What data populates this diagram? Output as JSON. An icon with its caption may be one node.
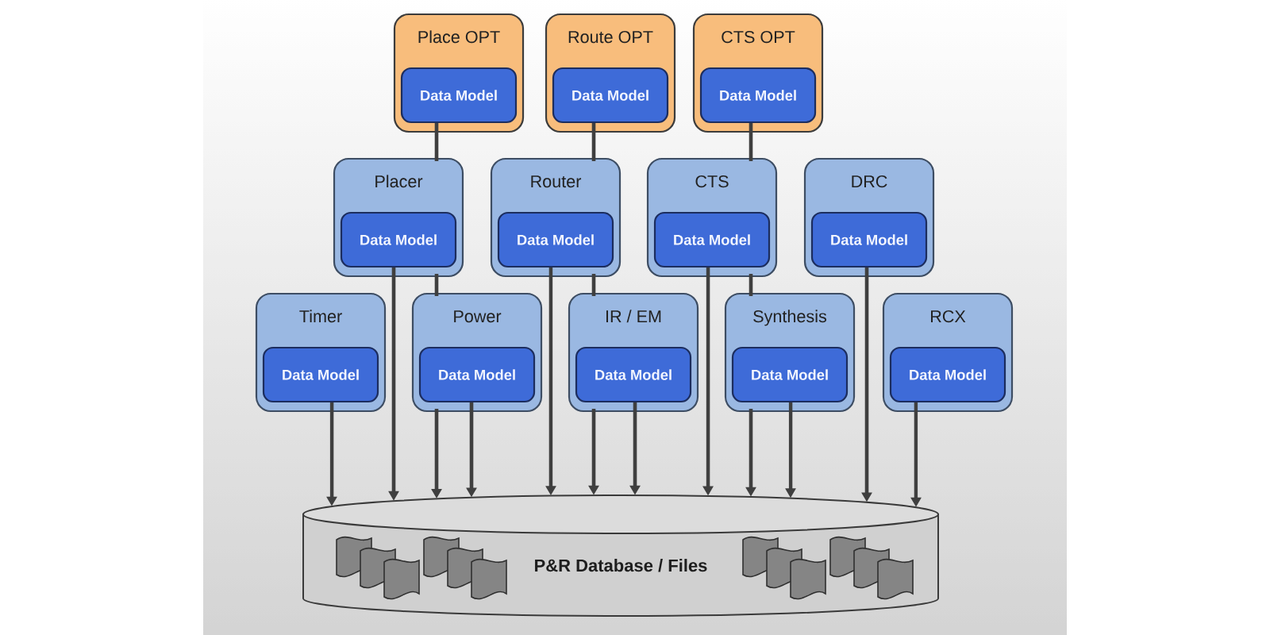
{
  "diagram": {
    "nodes": [
      {
        "text": [
          "Place OPT"
        ]
      },
      {
        "text": [
          "Data Model"
        ],
        "in": 0
      },
      {
        "text": [
          "Route OPT"
        ]
      },
      {
        "text": [
          "Data Model"
        ],
        "in": 2
      },
      {
        "text": [
          "CTS OPT"
        ]
      },
      {
        "text": [
          "Data Model"
        ],
        "in": 4
      },
      {
        "text": [
          "Placer"
        ]
      },
      {
        "text": [
          "Data Model"
        ],
        "in": 6
      },
      {
        "text": [
          "Router"
        ]
      },
      {
        "text": [
          "Data Model"
        ],
        "in": 8
      },
      {
        "text": [
          "CTS"
        ]
      },
      {
        "text": [
          "Data Model"
        ],
        "in": 10
      },
      {
        "text": [
          "DRC"
        ]
      },
      {
        "text": [
          "Data Model"
        ],
        "in": 12
      },
      {
        "text": [
          "Timer"
        ]
      },
      {
        "text": [
          "Data Model"
        ],
        "in": 14
      },
      {
        "text": [
          "Power"
        ]
      },
      {
        "text": [
          "Data Model"
        ],
        "in": 16
      },
      {
        "text": [
          "IR / EM"
        ]
      },
      {
        "text": [
          "Data Model"
        ],
        "in": 18
      },
      {
        "text": [
          "Synthesis"
        ]
      },
      {
        "text": [
          "Data Model"
        ],
        "in": 20
      },
      {
        "text": [
          "RCX"
        ]
      },
      {
        "text": [
          "Data Model"
        ],
        "in": 22
      },
      {
        "text": [
          "P&R Database / Files"
        ]
      }
    ],
    "edges": [
      {
        "from": 1,
        "to": 24,
        "arrow": "to"
      },
      {
        "from": 3,
        "to": 24,
        "arrow": "to"
      },
      {
        "from": 5,
        "to": 24,
        "arrow": "to"
      },
      {
        "from": 7,
        "to": 24,
        "arrow": "to"
      },
      {
        "from": 9,
        "to": 24,
        "arrow": "to"
      },
      {
        "from": 11,
        "to": 24,
        "arrow": "to"
      },
      {
        "from": 13,
        "to": 24,
        "arrow": "to"
      },
      {
        "from": 15,
        "to": 24,
        "arrow": "to"
      },
      {
        "from": 17,
        "to": 24,
        "arrow": "to"
      },
      {
        "from": 19,
        "to": 24,
        "arrow": "to"
      },
      {
        "from": 21,
        "to": 24,
        "arrow": "to"
      },
      {
        "from": 23,
        "to": 24,
        "arrow": "to"
      }
    ]
  }
}
